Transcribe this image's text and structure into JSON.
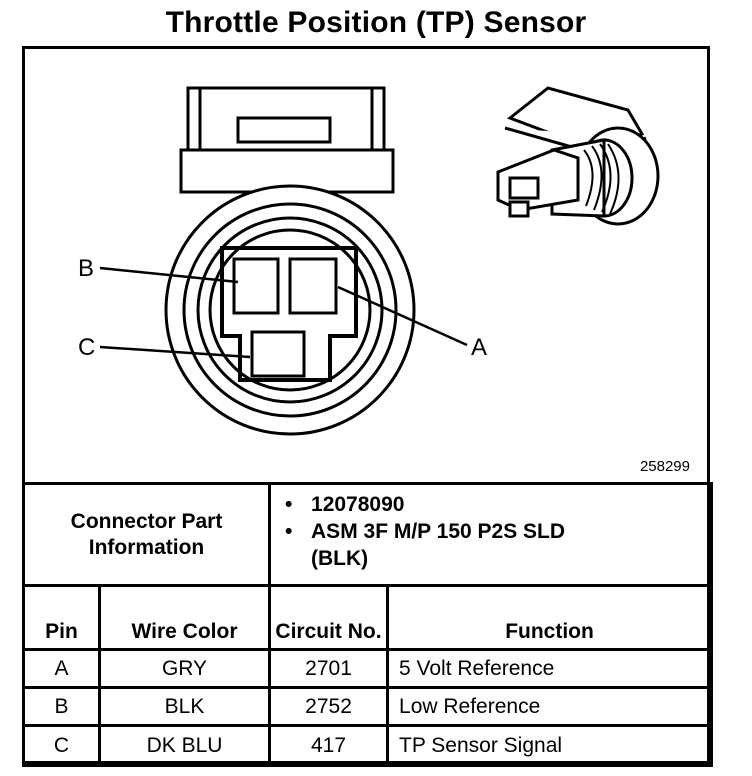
{
  "title": "Throttle Position (TP) Sensor",
  "figure_id": "258299",
  "pin_labels": {
    "a": "A",
    "b": "B",
    "c": "C"
  },
  "connector_part_info": {
    "label": "Connector Part Information",
    "parts": [
      "12078090",
      "ASM 3F M/P 150 P2S SLD (BLK)"
    ],
    "bullet": "•"
  },
  "table": {
    "headers": {
      "pin": "Pin",
      "wire_color": "Wire Color",
      "circuit_no": "Circuit No.",
      "function": "Function"
    },
    "rows": [
      {
        "pin": "A",
        "wire_color": "GRY",
        "circuit_no": "2701",
        "function": "5 Volt Reference"
      },
      {
        "pin": "B",
        "wire_color": "BLK",
        "circuit_no": "2752",
        "function": "Low Reference"
      },
      {
        "pin": "C",
        "wire_color": "DK BLU",
        "circuit_no": "417",
        "function": "TP Sensor Signal"
      }
    ]
  }
}
